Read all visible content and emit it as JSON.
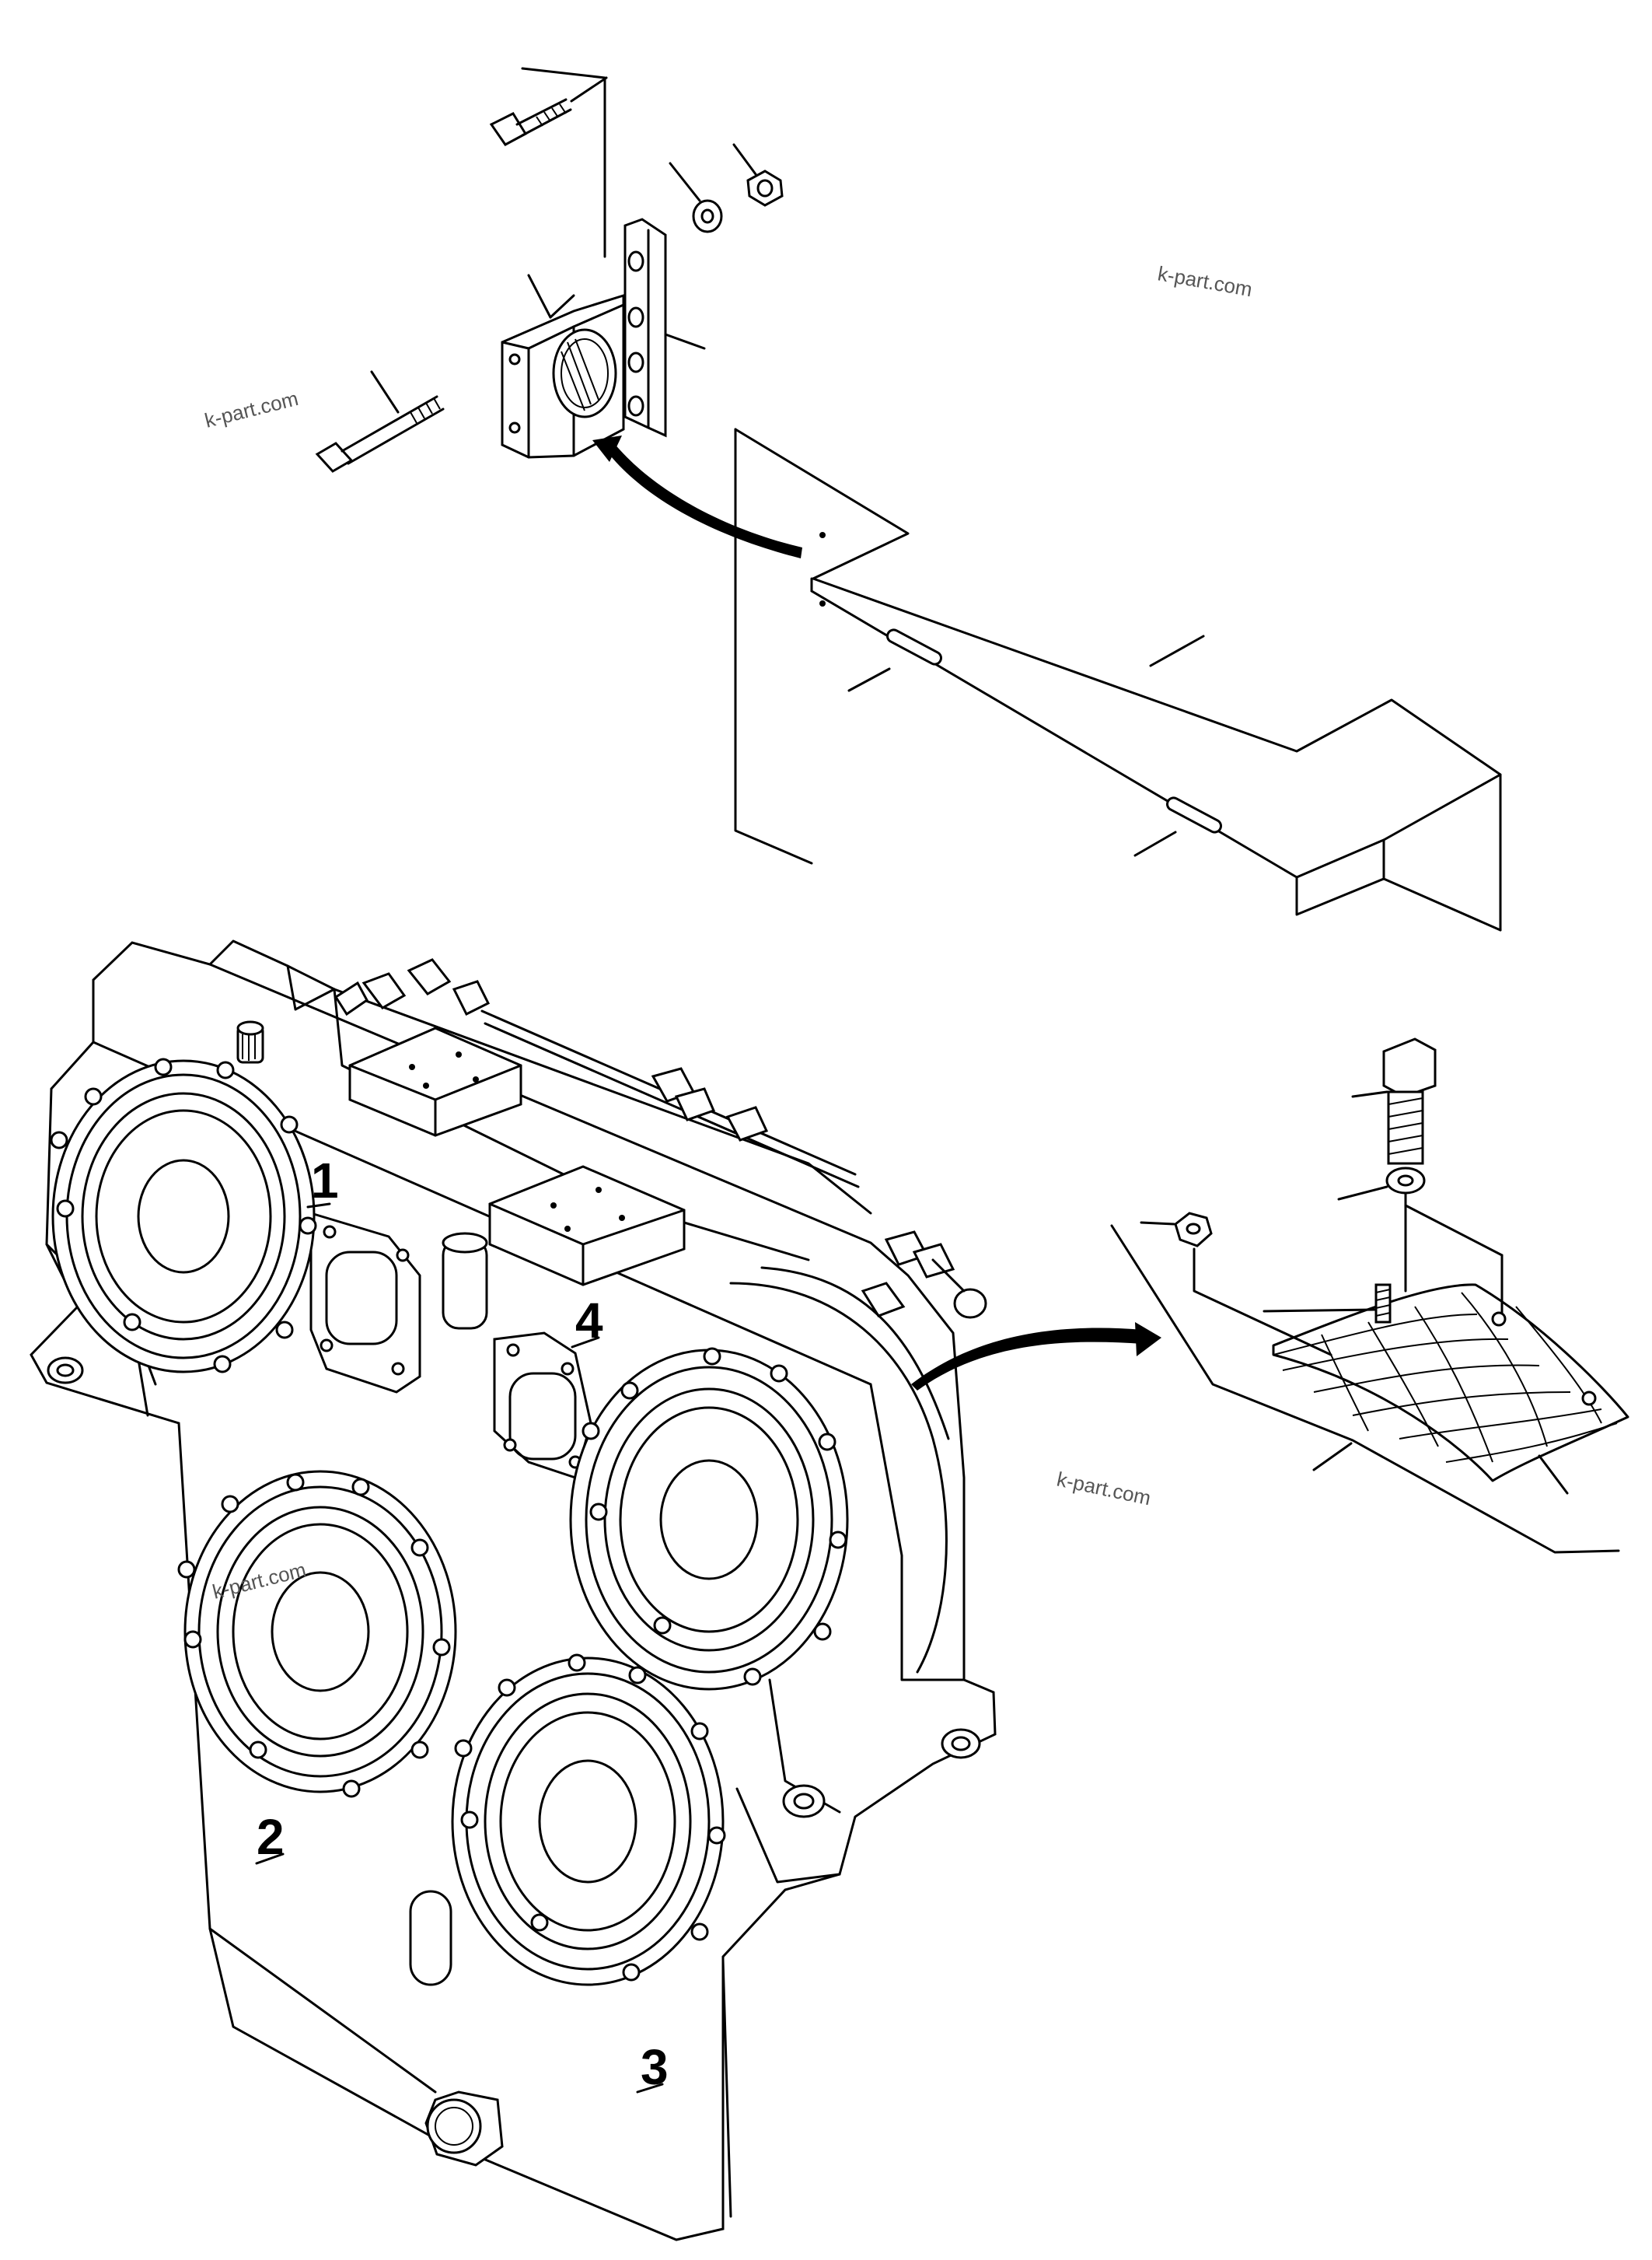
{
  "watermarks": [
    "k-part.com",
    "k-part.com",
    "k-part.com",
    "k-part.com"
  ],
  "housing_labels": [
    "1",
    "2",
    "3",
    "4"
  ]
}
